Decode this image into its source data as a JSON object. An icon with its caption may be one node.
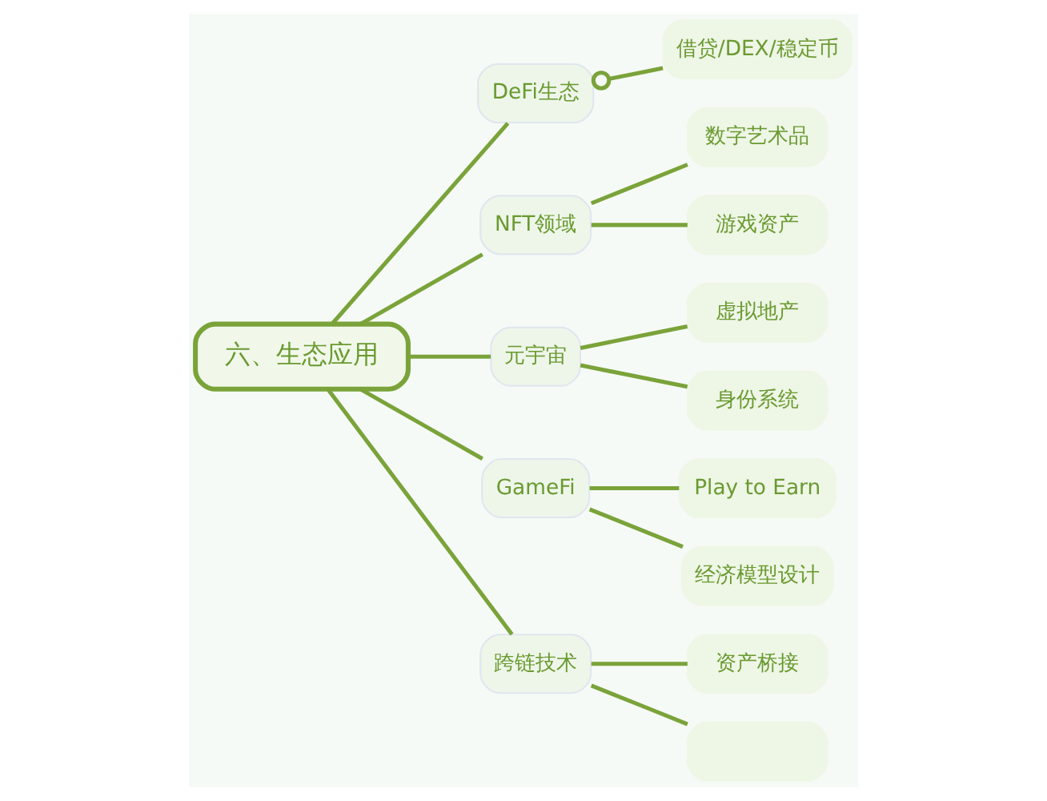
{
  "diagram": {
    "nodes": [
      {
        "text": [
          "六、生态应用"
        ]
      },
      {
        "text": [
          "DeFi生态"
        ]
      },
      {
        "text": [
          "借贷/DEX/稳定币"
        ]
      },
      {
        "text": [
          "NFT领域"
        ]
      },
      {
        "text": [
          "数字艺术品"
        ]
      },
      {
        "text": [
          "游戏资产"
        ]
      },
      {
        "text": [
          "元宇宙"
        ]
      },
      {
        "text": [
          "虚拟地产"
        ]
      },
      {
        "text": [
          "身份系统"
        ]
      },
      {
        "text": [
          "GameFi"
        ]
      },
      {
        "text": [
          "Play to Earn"
        ]
      },
      {
        "text": [
          "经济模型设计"
        ]
      },
      {
        "text": [
          "跨链技术"
        ]
      },
      {
        "text": [
          "资产桥接"
        ]
      },
      {
        "text": [],
        "shape": "box"
      }
    ],
    "edges": [
      {
        "from": 0,
        "to": 1,
        "arrow": "none"
      },
      {
        "from": 1,
        "to": 2,
        "arrow": "other"
      },
      {
        "from": 0,
        "to": 3,
        "arrow": "none"
      },
      {
        "from": 3,
        "to": 4,
        "arrow": "none"
      },
      {
        "from": 3,
        "to": 5,
        "arrow": "none"
      },
      {
        "from": 0,
        "to": 6,
        "arrow": "none"
      },
      {
        "from": 6,
        "to": 7,
        "arrow": "none"
      },
      {
        "from": 6,
        "to": 8,
        "arrow": "none"
      },
      {
        "from": 0,
        "to": 9,
        "arrow": "none"
      },
      {
        "from": 9,
        "to": 10,
        "arrow": "none"
      },
      {
        "from": 9,
        "to": 11,
        "arrow": "none"
      },
      {
        "from": 0,
        "to": 12,
        "arrow": "none"
      },
      {
        "from": 12,
        "to": 13,
        "arrow": "none"
      },
      {
        "from": 12,
        "to": 14,
        "arrow": "none"
      }
    ]
  }
}
